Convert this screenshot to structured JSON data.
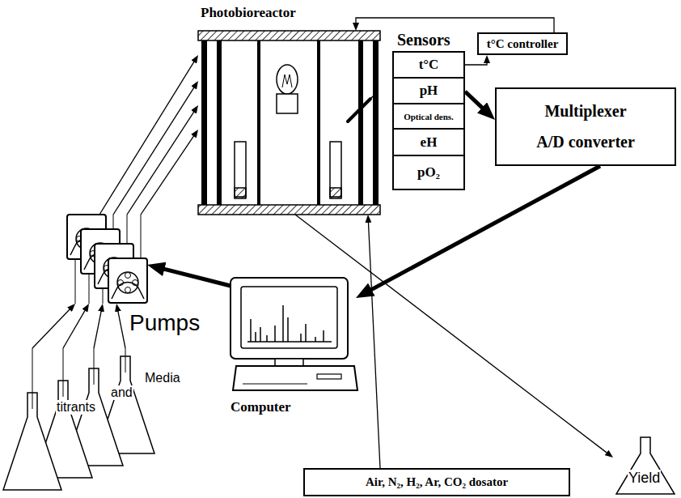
{
  "diagram": {
    "nodes": [
      {
        "text": [
          "Photobioreactor"
        ]
      },
      {
        "text": [
          "Sensors"
        ]
      },
      {
        "text": [
          "t°C"
        ],
        "in": 1
      },
      {
        "text": [
          "pH"
        ],
        "in": 1
      },
      {
        "text": [
          "Optical dens."
        ],
        "in": 1
      },
      {
        "text": [
          "eH"
        ],
        "in": 1
      },
      {
        "text": [
          "pO₂"
        ],
        "in": 1
      },
      {
        "text": [
          "t°C controller"
        ]
      },
      {
        "text": [
          "Multiplexer",
          "A/D converter"
        ]
      },
      {
        "text": [
          "Pumps"
        ]
      },
      {
        "text": [
          "Computer"
        ]
      },
      {
        "text": [
          "Media",
          "and",
          "titrants"
        ]
      },
      {
        "text": [
          "Yield"
        ]
      },
      {
        "text": [
          "Air, N₂, H₂, Ar, CO₂ dosator"
        ]
      }
    ],
    "edges": [
      {
        "from": 11,
        "to": 9,
        "arrow": "to"
      },
      {
        "from": 11,
        "to": 9,
        "arrow": "to"
      },
      {
        "from": 11,
        "to": 9,
        "arrow": "to"
      },
      {
        "from": 11,
        "to": 9,
        "arrow": "to"
      },
      {
        "from": 9,
        "to": 0,
        "arrow": "to"
      },
      {
        "from": 9,
        "to": 0,
        "arrow": "to"
      },
      {
        "from": 9,
        "to": 0,
        "arrow": "to"
      },
      {
        "from": 9,
        "to": 0,
        "arrow": "to"
      },
      {
        "from": 2,
        "to": 7,
        "arrow": "to"
      },
      {
        "from": 7,
        "to": 0,
        "arrow": "to"
      },
      {
        "from": 1,
        "to": 8,
        "arrow": "to"
      },
      {
        "from": 8,
        "to": 10,
        "arrow": "to"
      },
      {
        "from": 10,
        "to": 9,
        "arrow": "to"
      },
      {
        "from": 0,
        "to": 12,
        "arrow": "to"
      },
      {
        "from": 13,
        "to": 0,
        "arrow": "to"
      }
    ]
  }
}
